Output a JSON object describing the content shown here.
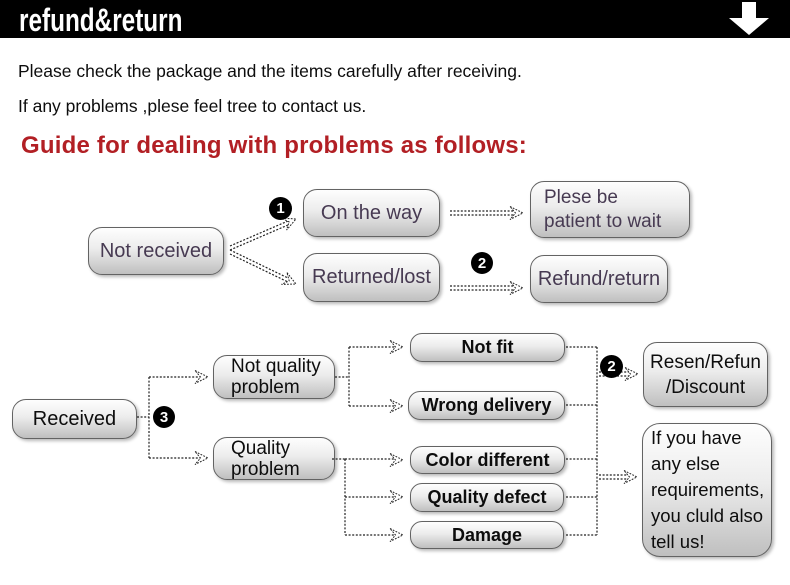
{
  "colors": {
    "header_bg": "#000000",
    "header_text": "#ffffff",
    "accent_red": "#b21f24",
    "flow1_text": "#473a52",
    "flow2_text": "#0d0d0d",
    "box_border": "#636363"
  },
  "header": {
    "title": "refund&return",
    "arrow_icon": "down-arrow"
  },
  "intro": {
    "line1": "Please check the package and the items carefully after receiving.",
    "line2": "If any problems ,plese feel tree to contact us."
  },
  "guide": {
    "heading": "Guide for dealing with problems as follows:"
  },
  "flow1": {
    "source": "Not received",
    "markers": {
      "m1": "1",
      "m2": "2"
    },
    "on_the_way": "On the way",
    "patient_lines": [
      "Plese be",
      "patient to wait"
    ],
    "returned_lost": "Returned/lost",
    "refund_return": "Refund/return"
  },
  "flow2": {
    "source": "Received",
    "markers": {
      "m3": "3",
      "m2": "2"
    },
    "not_quality_lines": [
      "Not quality",
      "problem"
    ],
    "quality_lines": [
      "Quality",
      "problem"
    ],
    "not_fit": "Not fit",
    "wrong_delivery": "Wrong delivery",
    "color_different": "Color different",
    "quality_defect": "Quality defect",
    "damage": "Damage",
    "resen_lines": [
      "Resen/Refun",
      "/Discount"
    ],
    "note_lines": [
      "If you have",
      "any else",
      "requirements,",
      "you cluld also",
      "tell us!"
    ]
  }
}
